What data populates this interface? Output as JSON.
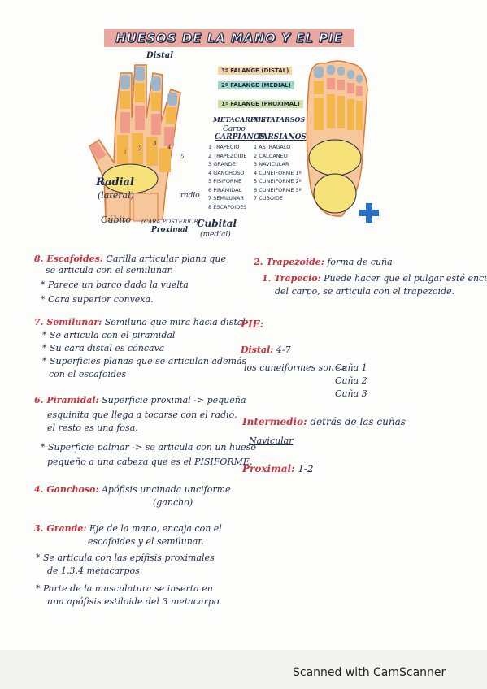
{
  "title": "HUESOS DE LA MANO Y EL PIE",
  "diagram": {
    "distal": "Distal",
    "falange_distal": "3º FALANGE (DISTAL)",
    "falange_medial": "2º FALANGE (MEDIAL)",
    "falange_proximal": "1º FALANGE (PROXIMAL)",
    "metacarpos": "METACARPOS",
    "metatarsos": "METATARSOS",
    "carpo_title": "Carpo",
    "carpianos": "CARPIANOS",
    "tarsianos": "TARSIANOS",
    "carpianos_list": [
      "1 TRAPECIO",
      "2 TRAPEZOIDE",
      "3 GRANDE",
      "4 GANCHOSO",
      "5 PISIFORME",
      "6 PIRAMIDAL",
      "7 SEMILUNAR",
      "8 ESCAFOIDES"
    ],
    "tarsianos_list": [
      "1 ASTRAGALO",
      "2 CALCANEO",
      "3 NAVICULAR",
      "4 CUNEIFORME 1º",
      "5 CUNEIFORME 2º",
      "6 CUNEIFORME 3º",
      "7 CUBOIDE"
    ],
    "radial": "Radial",
    "lateral": "(lateral)",
    "radio": "radio",
    "cubito": "Cúbito",
    "cara_posterior": "(CARA POSTERIOR)",
    "proximal": "Proximal",
    "cubital": "Cubital",
    "medial": "(medial)",
    "bone_numbers": [
      "1",
      "2",
      "3",
      "4",
      "5"
    ]
  },
  "left_notes": [
    {
      "heading": "8. Escafoides:",
      "lines": [
        "Carilla articular plana que",
        "se articula con el semilunar.",
        "* Parece un barco dado la vuelta",
        "* Cara superior convexa."
      ]
    },
    {
      "heading": "7. Semilunar:",
      "lines": [
        "Semiluna que mira hacia distal",
        "* Se articula con el piramidal",
        "* Su cara distal es cóncava",
        "* Superficies planas que se articulan además",
        "con el escafoides"
      ]
    },
    {
      "heading": "6. Piramidal:",
      "lines": [
        "Superficie proximal -> pequeña",
        "esquinita que llega a tocarse con el radio,",
        "el resto es una fosa.",
        "* Superficie palmar -> se articula con un hueso",
        "pequeño a una cabeza que es el PISIFORME."
      ]
    },
    {
      "heading": "4. Ganchoso:",
      "lines": [
        "Apófisis uncinada unciforme",
        "(gancho)"
      ]
    },
    {
      "heading": "3. Grande:",
      "lines": [
        "Eje de la mano, encaja con el",
        "escafoides y el semilunar.",
        "* Se articula con las epífisis proximales",
        "de 1,3,4 metacarpos",
        "* Parte de la musculatura se inserta en",
        "una apófisis estiloide del 3 metacarpo"
      ]
    }
  ],
  "right_notes": {
    "trapezoide_heading": "2. Trapezoide:",
    "trapezoide_text": "forma de cuña",
    "trapecio_heading": "1. Trapecio:",
    "trapecio_lines": [
      "Puede hacer que el pulgar esté encima",
      "del carpo, se articula con el trapezoide."
    ],
    "pie": "PIE:",
    "distal_label": "Distal:",
    "distal_value": "4-7",
    "cuneiformes_lead": "los cuneiformes son ->",
    "cunas": [
      "Cuña 1",
      "Cuña 2",
      "Cuña 3"
    ],
    "intermedio_label": "Intermedio:",
    "intermedio_value": "detrás de las cuñas",
    "navicular": "Navicular",
    "proximal_label": "Proximal:",
    "proximal_value": "1-2"
  },
  "footer": "Scanned with CamScanner",
  "colors": {
    "accent_red": "#c8323c",
    "ink": "#1d2a4a",
    "title_fill": "#e9a8a0",
    "bone_yellow": "#f2b64b",
    "bone_blue": "#9fb6c9",
    "bone_pink": "#f09a8a",
    "skin": "#f6c79a"
  }
}
